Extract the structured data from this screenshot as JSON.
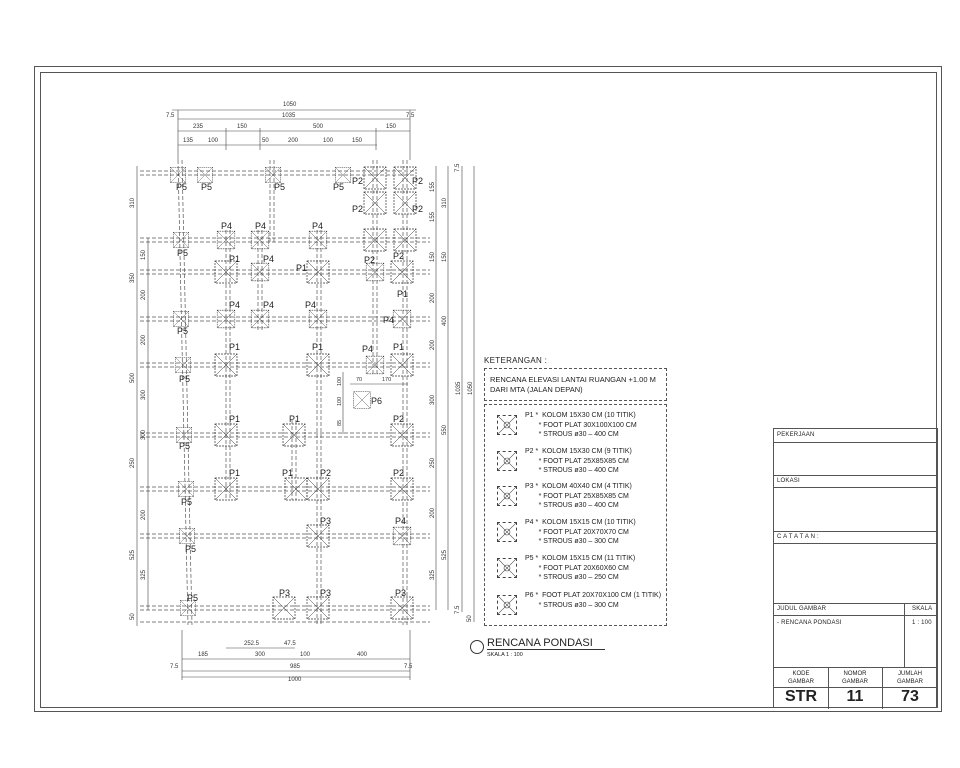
{
  "drawing": {
    "dims_top": {
      "overall": "1050",
      "inner": "1035",
      "edge_left": "7.5",
      "edge_right": "7.5",
      "row1": [
        "235",
        "150",
        "500",
        "150"
      ],
      "row2": [
        "135",
        "100",
        "50",
        "200",
        "100",
        "150"
      ]
    },
    "dims_bottom": {
      "row1": [
        "252.5",
        "47.5"
      ],
      "row2": [
        "185",
        "300",
        "100",
        "400"
      ],
      "inner": "985",
      "edge_left": "7.5",
      "edge_right": "7.5",
      "overall": "1000"
    },
    "dims_left": {
      "outer": [
        "310",
        "350",
        "500",
        "250",
        "525",
        "50"
      ],
      "inner": [
        "150",
        "200",
        "200",
        "300",
        "300",
        "200",
        "325"
      ]
    },
    "dims_right": {
      "inner": [
        "155",
        "155",
        "150",
        "200",
        "200",
        "300",
        "250",
        "200",
        "325"
      ],
      "middle": [
        "310",
        "150",
        "400",
        "550",
        "525"
      ],
      "total_inner": "1035",
      "total_outer": "1050",
      "edge_top": "7.5",
      "edge_bottom": "7.5",
      "bottom_extra": "50"
    },
    "p6_dims": [
      "70",
      "170",
      "100",
      "100",
      "85"
    ],
    "labels": {
      "P1": "P1",
      "P2": "P2",
      "P3": "P3",
      "P4": "P4",
      "P5": "P5",
      "P6": "P6"
    }
  },
  "keterangan": {
    "title": "KETERANGAN :",
    "note_line1": "RENCANA ELEVASI LANTAI RUANGAN  +1.00 M",
    "note_line2": "DARI MTA (JALAN DEPAN)",
    "legend": [
      {
        "type": "P1",
        "text": "P1 *  KOLOM 15X30 CM (10 TITIK)\n       * FOOT PLAT 30X100X100 CM\n       * STROUS ø30 – 400 CM"
      },
      {
        "type": "P2",
        "text": "P2 *  KOLOM 15X30 CM (9 TITIK)\n       * FOOT PLAT 25X85X85 CM\n       * STROUS ø30 – 400 CM"
      },
      {
        "type": "P3",
        "text": "P3 *  KOLOM 40X40 CM (4 TITIK)\n       * FOOT PLAT 25X85X85 CM\n       * STROUS ø30 – 400 CM"
      },
      {
        "type": "P4",
        "text": "P4 *  KOLOM 15X15 CM (10 TITIK)\n       * FOOT PLAT 20X70X70 CM\n       * STROUS ø30 – 300 CM"
      },
      {
        "type": "P5",
        "text": "P5 *  KOLOM 15X15 CM (11 TITIK)\n       * FOOT PLAT 20X60X60 CM\n       * STROUS ø30 – 250 CM"
      },
      {
        "type": "P6",
        "text": "P6 *  FOOT PLAT 20X70X100 CM (1 TITIK)\n       * STROUS ø30 – 300 CM"
      }
    ]
  },
  "plan_title": {
    "title": "RENCANA PONDASI",
    "scale": "SKALA 1  :  100"
  },
  "title_block": {
    "pekerjaan_label": "PEKERJAAN",
    "lokasi_label": "LOKASI",
    "catatan_label": "C A T A T A N :",
    "judul_label": "JUDUL GAMBAR",
    "skala_label": "SKALA",
    "judul_value": "- RENCANA PONDASI",
    "skala_value": "1 : 100",
    "kode_label_1": "KODE",
    "kode_label_2": "GAMBAR",
    "nomor_label_1": "NOMOR",
    "nomor_label_2": "GAMBAR",
    "jumlah_label_1": "JUMLAH",
    "jumlah_label_2": "GAMBAR",
    "kode_value": "STR",
    "nomor_value": "11",
    "jumlah_value": "73"
  },
  "colors": {
    "line": "#333333",
    "dim": "#444444",
    "border": "#555555"
  }
}
